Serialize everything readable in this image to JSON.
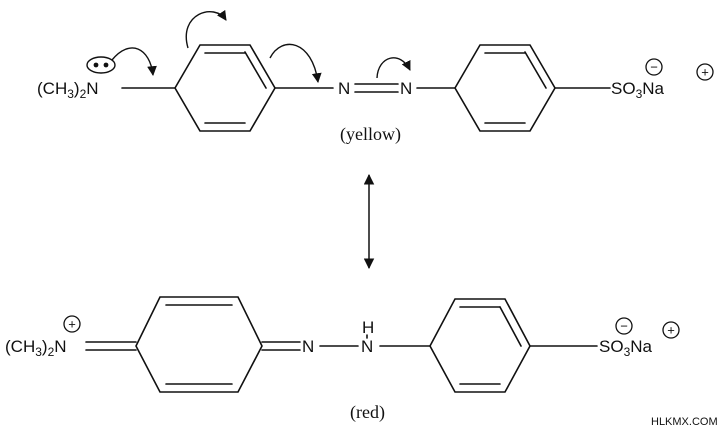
{
  "yellow_form": {
    "amine_group": {
      "prefix": "(CH",
      "sub3": "3",
      "close": ")",
      "sub2": "2",
      "atom": "N"
    },
    "azo_n1": "N",
    "azo_n2": "N",
    "sulfonate": {
      "s": "SO",
      "sub3": "3",
      "na": "Na"
    },
    "caption": "(yellow)"
  },
  "red_form": {
    "amine_group": {
      "prefix": "(CH",
      "sub3": "3",
      "close": ")",
      "sub2": "2",
      "atom": "N"
    },
    "n1": "N",
    "nh_n": "N",
    "nh_h": "H",
    "sulfonate": {
      "s": "SO",
      "sub3": "3",
      "na": "Na"
    },
    "caption": "(red)"
  },
  "charges": {
    "plus": "+",
    "minus": "−"
  },
  "watermark": "HLKMX.COM",
  "colors": {
    "ink": "#111111",
    "background": "#ffffff"
  }
}
